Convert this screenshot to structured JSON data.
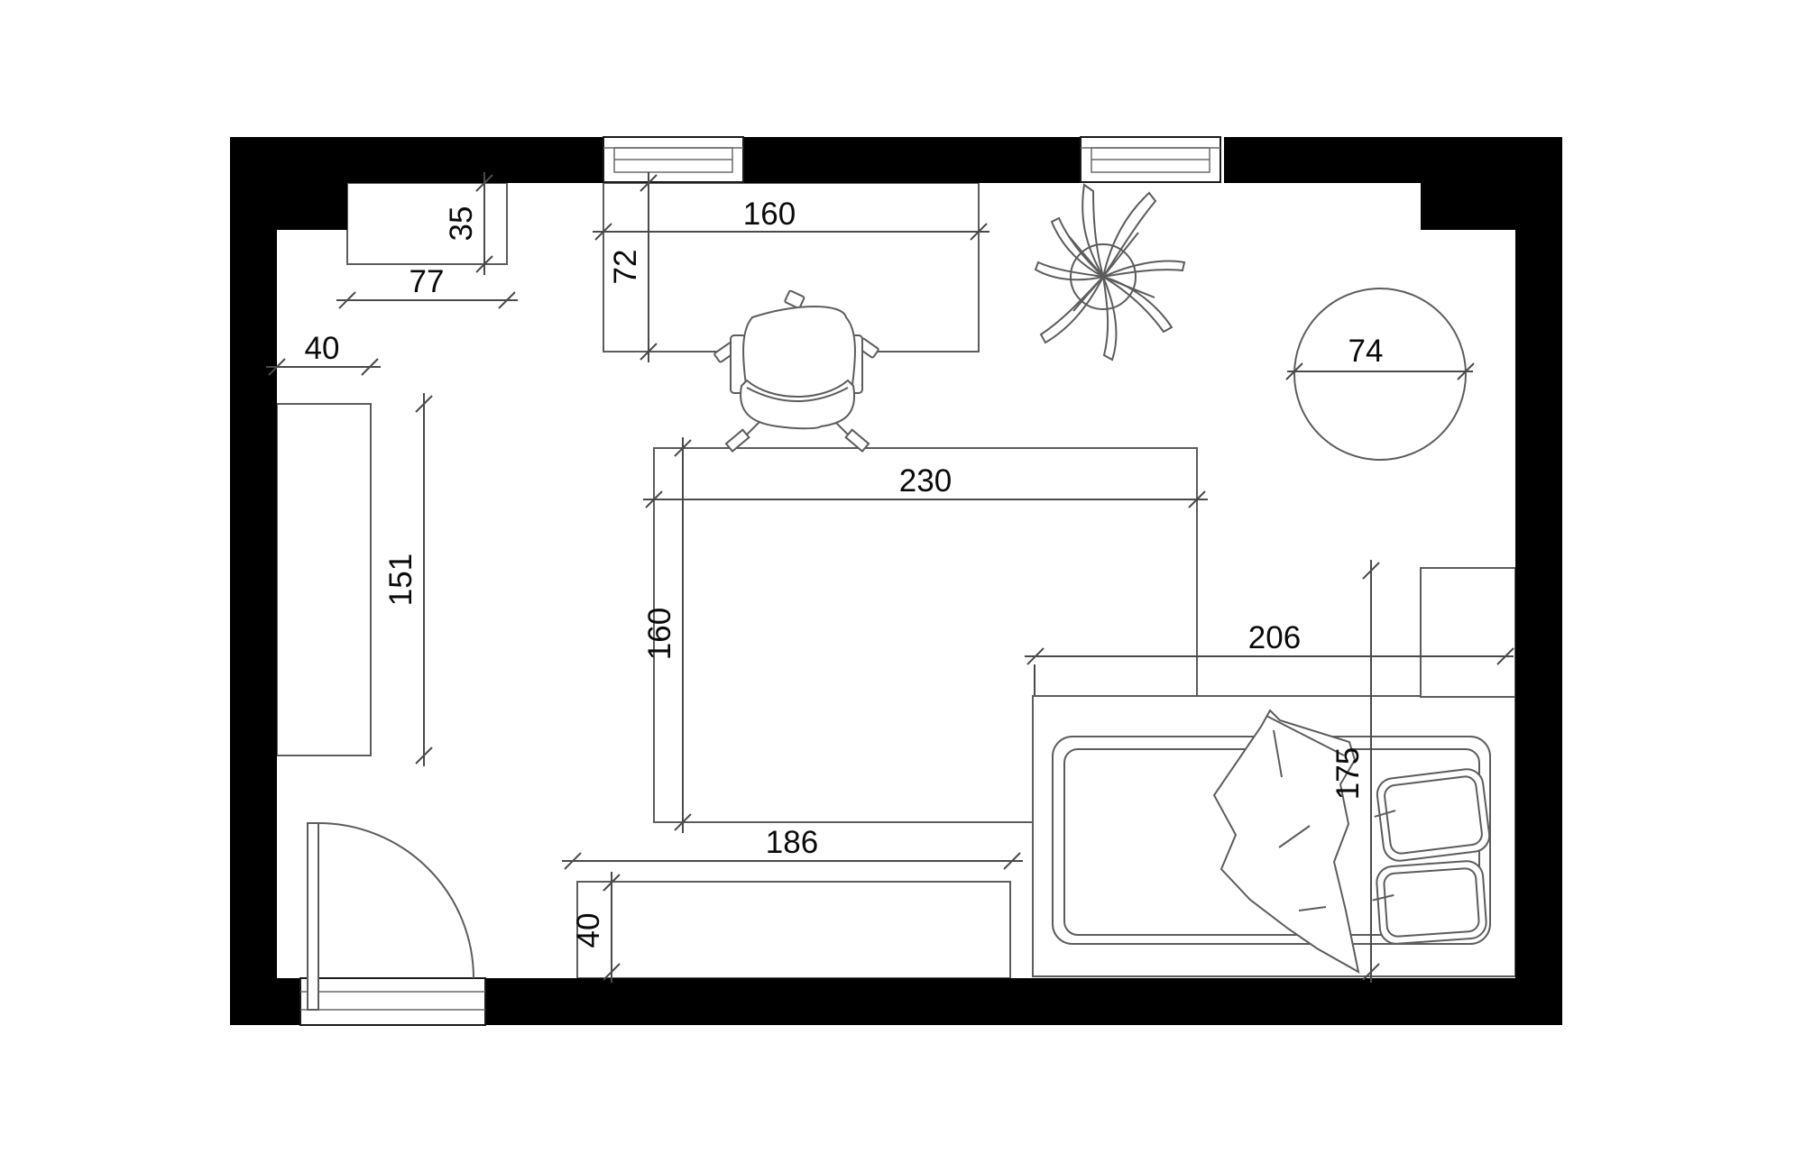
{
  "plan": {
    "type": "floor-plan",
    "wall_color": "#000000",
    "line_color": "#5c5c5c",
    "text_color": "#0a0a0a",
    "dimensions": {
      "cabinet_width": "77",
      "cabinet_depth": "35",
      "wardrobe_width": "40",
      "wardrobe_length": "151",
      "desk_width": "160",
      "desk_depth": "72",
      "rug_width": "230",
      "rug_length": "160",
      "table_diameter": "74",
      "bed_area_width": "206",
      "bed_area_length": "175",
      "sideboard_width": "186",
      "sideboard_depth": "40"
    }
  }
}
